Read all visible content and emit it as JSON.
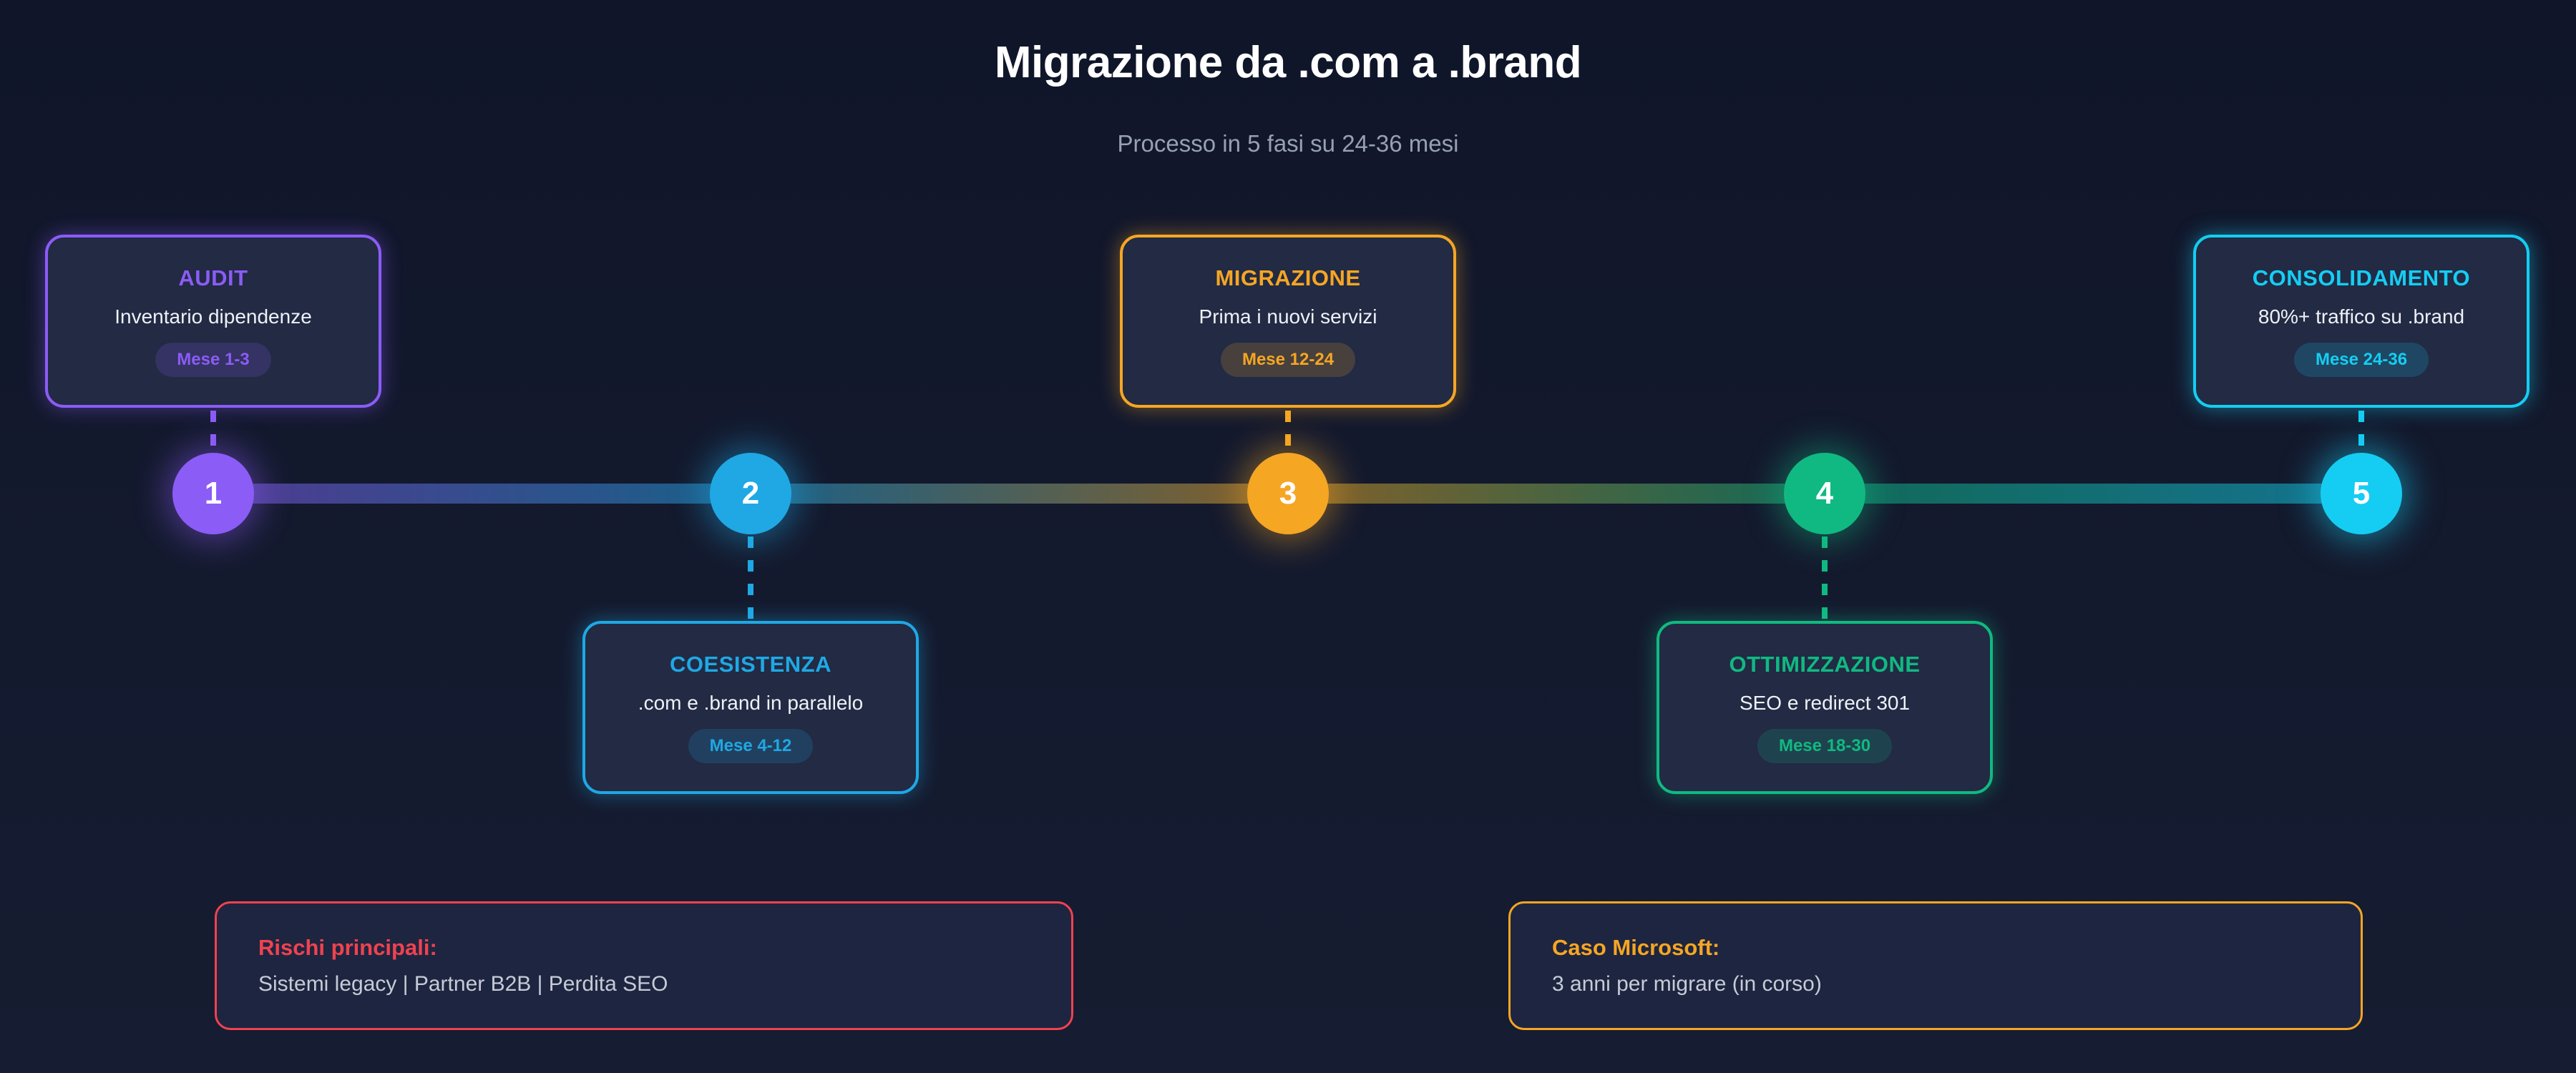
{
  "header": {
    "title": "Migrazione da .com a .brand",
    "subtitle": "Processo in 5 fasi su 24-36 mesi"
  },
  "timeline": {
    "gradient_colors": [
      "#8b5cf6",
      "#1fa8e4",
      "#f5a623",
      "#10b981",
      "#15cdf2"
    ]
  },
  "phases": [
    {
      "number": "1",
      "name": "AUDIT",
      "description": "Inventario dipendenze",
      "badge": "Mese 1-3",
      "color": "#8b5cf6",
      "card_position": "above"
    },
    {
      "number": "2",
      "name": "COESISTENZA",
      "description": ".com e .brand in parallelo",
      "badge": "Mese 4-12",
      "color": "#1fa8e4",
      "card_position": "below"
    },
    {
      "number": "3",
      "name": "MIGRAZIONE",
      "description": "Prima i nuovi servizi",
      "badge": "Mese 12-24",
      "color": "#f5a623",
      "card_position": "above"
    },
    {
      "number": "4",
      "name": "OTTIMIZZAZIONE",
      "description": "SEO e redirect 301",
      "badge": "Mese 18-30",
      "color": "#10b981",
      "card_position": "below"
    },
    {
      "number": "5",
      "name": "CONSOLIDAMENTO",
      "description": "80%+ traffico su .brand",
      "badge": "Mese 24-36",
      "color": "#15cdf2",
      "card_position": "above"
    }
  ],
  "notes": [
    {
      "title": "Rischi principali:",
      "body": "Sistemi legacy | Partner B2B | Perdita SEO",
      "color": "#f0424f"
    },
    {
      "title": "Caso Microsoft:",
      "body": "3 anni per migrare (in corso)",
      "color": "#f5a623"
    }
  ]
}
